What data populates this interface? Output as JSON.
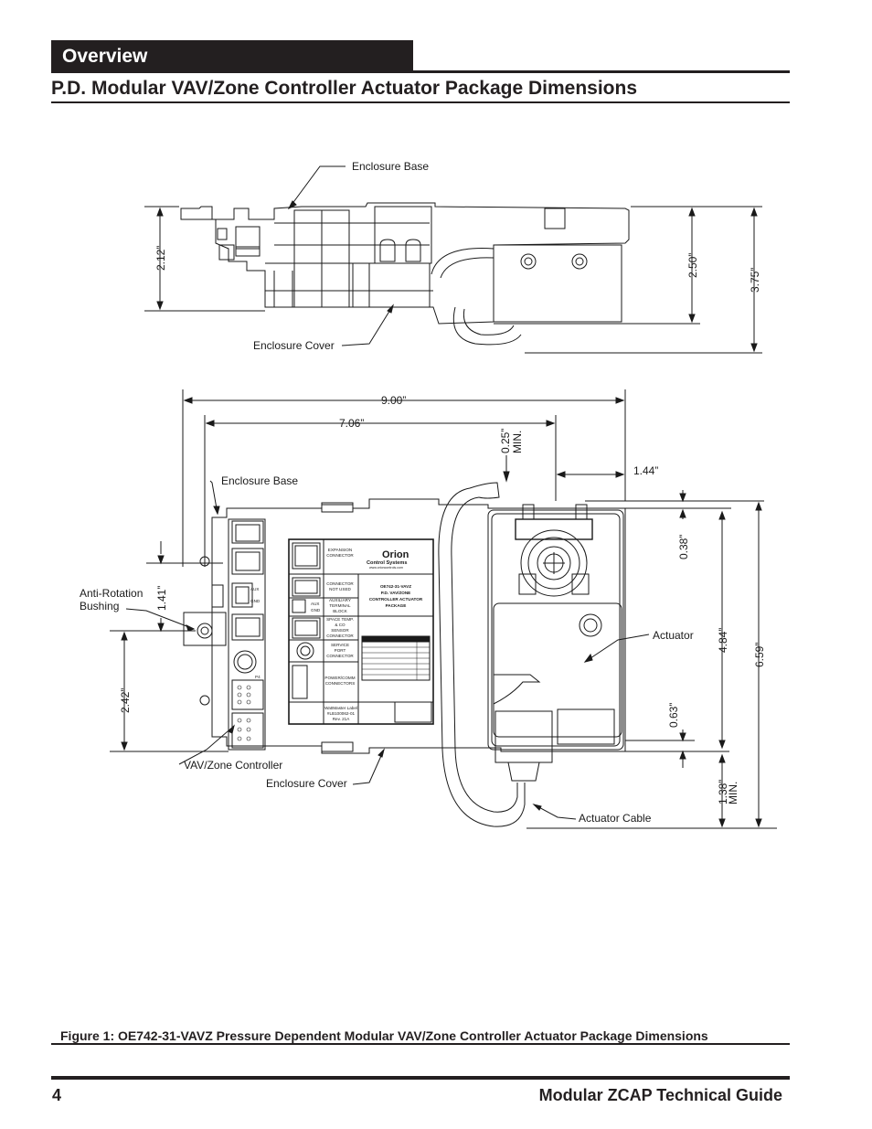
{
  "header": {
    "section": "Overview",
    "title": "P.D. Modular VAV/Zone Controller Actuator Package Dimensions"
  },
  "figure": {
    "caption": "Figure 1:  OE742-31-VAVZ Pressure Dependent Modular VAV/Zone Controller Actuator Package Dimensions",
    "top_view": {
      "enclosure_base": "Enclosure Base",
      "enclosure_cover": "Enclosure Cover",
      "dim_left": "2.12”",
      "dim_mid": "2.50”",
      "dim_right": "3.75”"
    },
    "front_view": {
      "dim_width": "9.00”",
      "dim_706": "7.06”",
      "dim_025": "0.25”",
      "min": "MIN.",
      "dim_144": "1.44”",
      "dim_038": "0.38”",
      "dim_484": "4.84”",
      "dim_659": "6.59”",
      "dim_063": "0.63”",
      "dim_138": "1.38”",
      "dim_141": "1.41”",
      "dim_242": "2.42”",
      "enclosure_base": "Enclosure Base",
      "anti_rotation_1": "Anti-Rotation",
      "anti_rotation_2": "Bushing",
      "actuator": "Actuator",
      "vav_controller": "VAV/Zone Controller",
      "enclosure_cover": "Enclosure Cover",
      "actuator_cable": "Actuator Cable"
    },
    "label_sheet": {
      "expansion": [
        "EXPANSION",
        "CONNECTOR"
      ],
      "connector_not_used": [
        "CONNECTOR",
        "NOT USED"
      ],
      "aux_terminal": [
        "AUXILIARY",
        "TERMINAL",
        "BLOCK"
      ],
      "space_temp": [
        "SPACE TEMP.",
        "& CO",
        "SENSOR",
        "CONNECTOR"
      ],
      "service_port": [
        "SERVICE",
        "PORT",
        "CONNECTOR"
      ],
      "power_comm": [
        "POWER/COMM",
        "CONNECTORS"
      ],
      "wattmaster_label": [
        "WattMaster Label",
        "#LB100062-01",
        "Rev. 21A"
      ],
      "brand": "Orion",
      "brand_sub": "Control Systems",
      "brand_url": "www.orioncontrols.com",
      "model": [
        "OE742-31-VAVZ",
        "P.D. VAV/ZONE",
        "CONTROLLER ACTUATOR",
        "PACKAGE"
      ],
      "aux": "AUX",
      "gnd": "GND",
      "p4": "P4"
    }
  },
  "footer": {
    "page": "4",
    "guide": "Modular ZCAP Technical Guide"
  }
}
